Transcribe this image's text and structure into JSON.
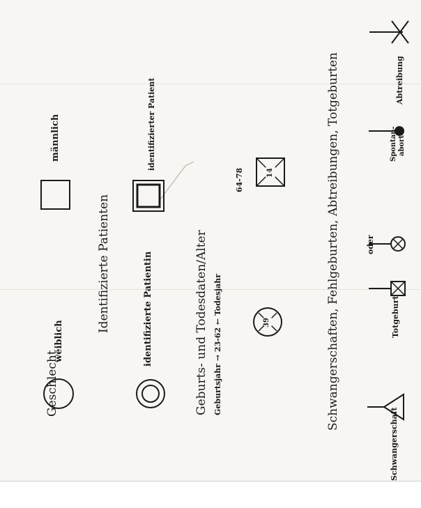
{
  "sections": {
    "sex": {
      "heading": "Geschlecht",
      "female_label": "weiblich",
      "male_label": "männlich"
    },
    "patients": {
      "heading": "Identifizierte Patienten",
      "female_label": "identifizierte Patientin",
      "male_label": "identifizierter Patient"
    },
    "lifedata": {
      "heading": "Geburts- und Todesdaten/Alter",
      "arrow_text": "Geburtsjahr → 23-62 ← Todesjahr",
      "circle_age": "39",
      "square_years": "64-78",
      "square_age": "14"
    },
    "pregnancy": {
      "heading": "Schwangerschaften, Fehlgeburten, Abtreibungen, Totgeburten",
      "pregnancy_label": "Schwangerschaft",
      "stillbirth_label": "Totgeburt",
      "or_label": "oder",
      "spontaneous_label_1": "Spontan-",
      "spontaneous_label_2": "abort",
      "abortion_label": "Abtreibung"
    }
  }
}
